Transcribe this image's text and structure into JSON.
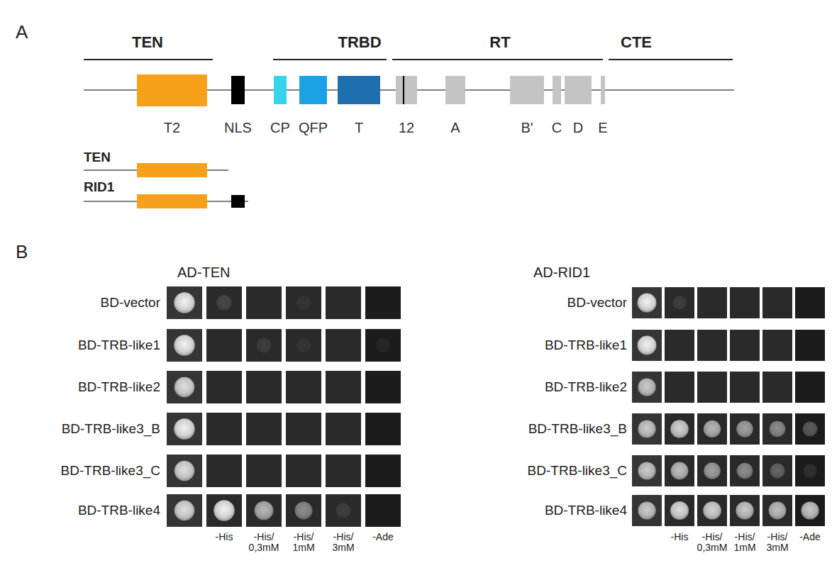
{
  "diagram": {
    "nodes": [
      {
        "text": [
          "T2"
        ]
      },
      {
        "text": [
          "NLS"
        ]
      },
      {
        "text": [
          "CP"
        ]
      },
      {
        "text": [
          "QFP"
        ]
      },
      {
        "text": [
          "T"
        ]
      },
      {
        "text": [
          "12"
        ]
      },
      {
        "text": [
          "A"
        ]
      },
      {
        "text": [
          "B'"
        ]
      },
      {
        "text": [
          "C"
        ]
      },
      {
        "text": [
          "D"
        ]
      },
      {
        "text": [
          "E"
        ]
      }
    ],
    "labels": [
      "A",
      "TEN",
      "TRBD",
      "RT",
      "CTE",
      "TEN",
      "RID1",
      "B",
      "AD-TEN",
      "BD-vector",
      "BD-TRB-like1",
      "BD-TRB-like2",
      "BD-TRB-like3_B",
      "BD-TRB-like3_C",
      "BD-TRB-like4",
      "-His",
      "-His/ 0,3mM",
      "-His/ 1mM",
      "-His/ 3mM",
      "-Ade",
      "AD-RID1",
      "BD-vector",
      "BD-TRB-like1",
      "BD-TRB-like2",
      "BD-TRB-like3_B",
      "BD-TRB-like3_C",
      "BD-TRB-like4",
      "-His",
      "-His/ 0,3mM",
      "-His/ 1mM",
      "-His/ 3mM",
      "-Ade"
    ]
  }
}
